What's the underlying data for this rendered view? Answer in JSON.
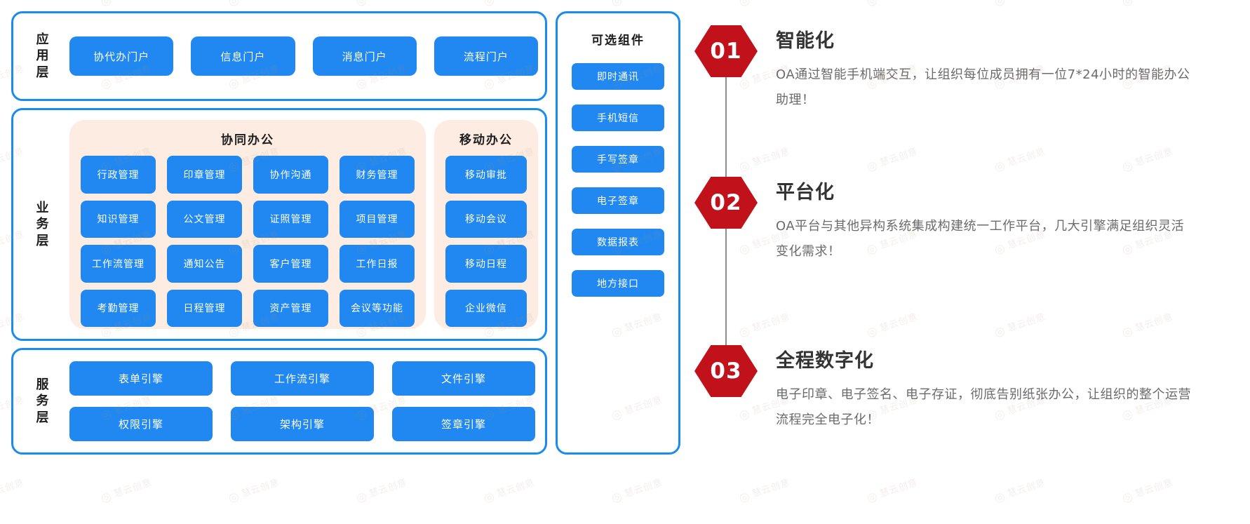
{
  "diagram": {
    "layers": [
      {
        "id": "application",
        "title": "应用层",
        "title_chars": [
          "应",
          "用",
          "层"
        ],
        "items": [
          "协代办门户",
          "信息门户",
          "消息门户",
          "流程门户"
        ]
      },
      {
        "id": "business",
        "title": "业务层",
        "title_chars": [
          "业",
          "务",
          "层"
        ],
        "collab": {
          "heading": "协同办公",
          "items": [
            "行政管理",
            "印章管理",
            "协作沟通",
            "财务管理",
            "知识管理",
            "公文管理",
            "证照管理",
            "项目管理",
            "工作流管理",
            "通知公告",
            "客户管理",
            "工作日报",
            "考勤管理",
            "日程管理",
            "资产管理",
            "会议等功能"
          ]
        },
        "mobile": {
          "heading": "移动办公",
          "items": [
            "移动审批",
            "移动会议",
            "移动日程",
            "企业微信"
          ]
        }
      },
      {
        "id": "service",
        "title": "服务层",
        "title_chars": [
          "服",
          "务",
          "层"
        ],
        "rows": [
          [
            "表单引擎",
            "工作流引擎",
            "文件引擎"
          ],
          [
            "权限引擎",
            "架构引擎",
            "签章引擎"
          ]
        ]
      }
    ],
    "optional": {
      "title": "可选组件",
      "items": [
        "即时通讯",
        "手机短信",
        "手写签章",
        "电子签章",
        "数据报表",
        "地方接口"
      ]
    },
    "colors": {
      "pill_blue": "#2088f0",
      "border_blue": "#1a8cf0",
      "card_peach": "#fcece2"
    }
  },
  "features": {
    "timeline_color": "#8d8d8d",
    "badge_color": "#c1121b",
    "items": [
      {
        "number": "01",
        "title": "智能化",
        "desc": "OA通过智能手机端交互，让组织每位成员拥有一位7*24小时的智能办公助理！"
      },
      {
        "number": "02",
        "title": "平台化",
        "desc": "OA平台与其他异构系统集成构建统一工作平台，几大引擎满足组织灵活变化需求！"
      },
      {
        "number": "03",
        "title": "全程数字化",
        "desc": "电子印章、电子签名、电子存证，彻底告别纸张办公，让组织的整个运营流程完全电子化！"
      }
    ]
  },
  "watermark": {
    "text": "慧云创意"
  }
}
